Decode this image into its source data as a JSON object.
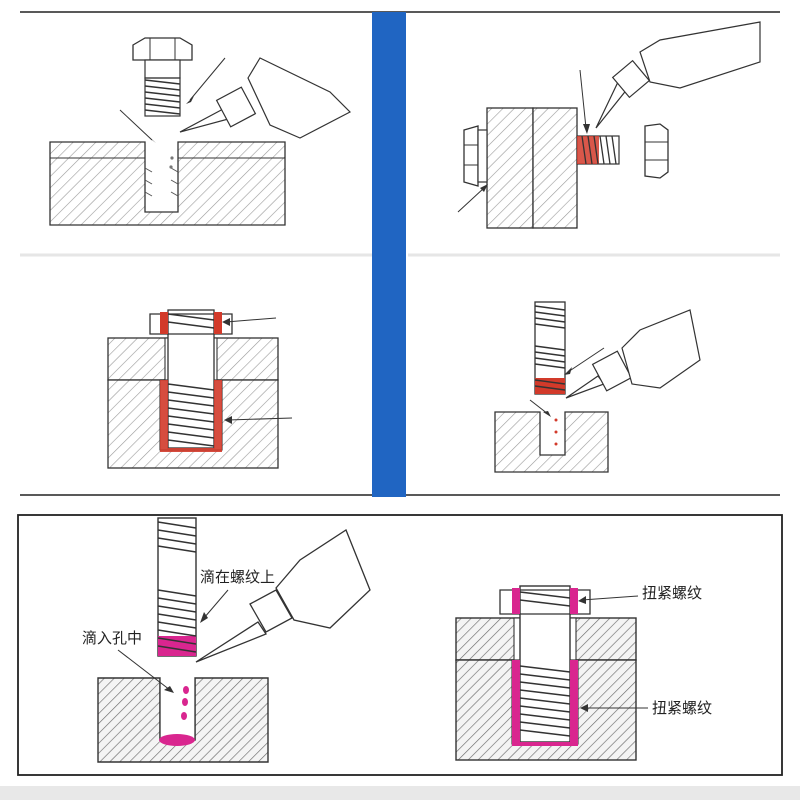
{
  "colors": {
    "background": "#ffffff",
    "divider_blue": "#2065c2",
    "frame": "#222222",
    "thread_red": "#d23a2a",
    "adhesive_magenta": "#d9268f",
    "hatch": "#8a8a8a",
    "outline": "#333333"
  },
  "panels": [
    {
      "id": "top-left",
      "step": "apply-to-hole"
    },
    {
      "id": "top-right",
      "step": "apply-to-bolt-through"
    },
    {
      "id": "mid-left",
      "step": "tightened-assembly"
    },
    {
      "id": "mid-right",
      "step": "apply-to-stud"
    },
    {
      "id": "bottom-left",
      "step": "apply-drops"
    },
    {
      "id": "bottom-right",
      "step": "tightened-result"
    }
  ],
  "labels": {
    "drip_on_thread": "滴在螺纹上",
    "drip_into_hole": "滴入孔中",
    "tighten_thread_1": "扭紧螺纹",
    "tighten_thread_2": "扭紧螺纹"
  },
  "icons": [
    "bolt-icon",
    "glue-bottle-icon",
    "nut-icon",
    "stud-icon"
  ]
}
